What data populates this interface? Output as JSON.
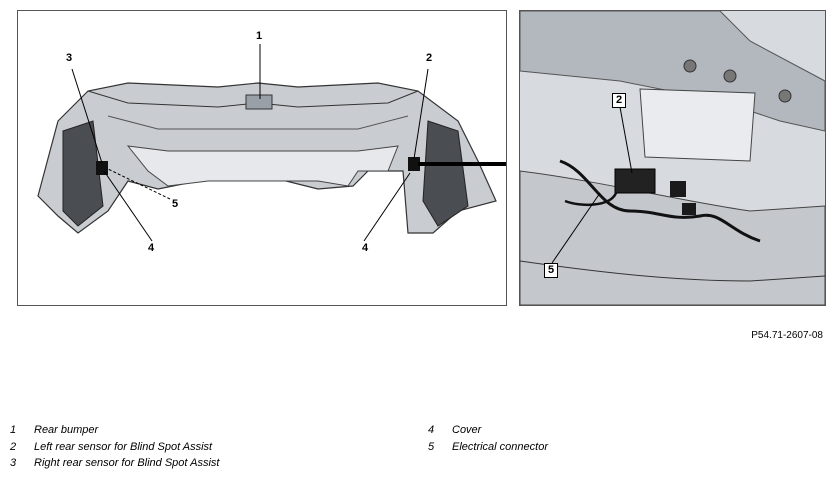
{
  "figure": {
    "id": "P54.71-2607-08",
    "callouts": {
      "left_1": "1",
      "left_2": "2",
      "left_3": "3",
      "left_4a": "4",
      "left_4b": "4",
      "left_5": "5",
      "right_2": "2",
      "right_5": "5"
    }
  },
  "legend": [
    {
      "num": "1",
      "label": "Rear bumper"
    },
    {
      "num": "2",
      "label": "Left rear sensor for Blind Spot Assist"
    },
    {
      "num": "3",
      "label": "Right rear sensor for Blind Spot Assist"
    },
    {
      "num": "4",
      "label": "Cover"
    },
    {
      "num": "5",
      "label": "Electrical connector"
    }
  ]
}
